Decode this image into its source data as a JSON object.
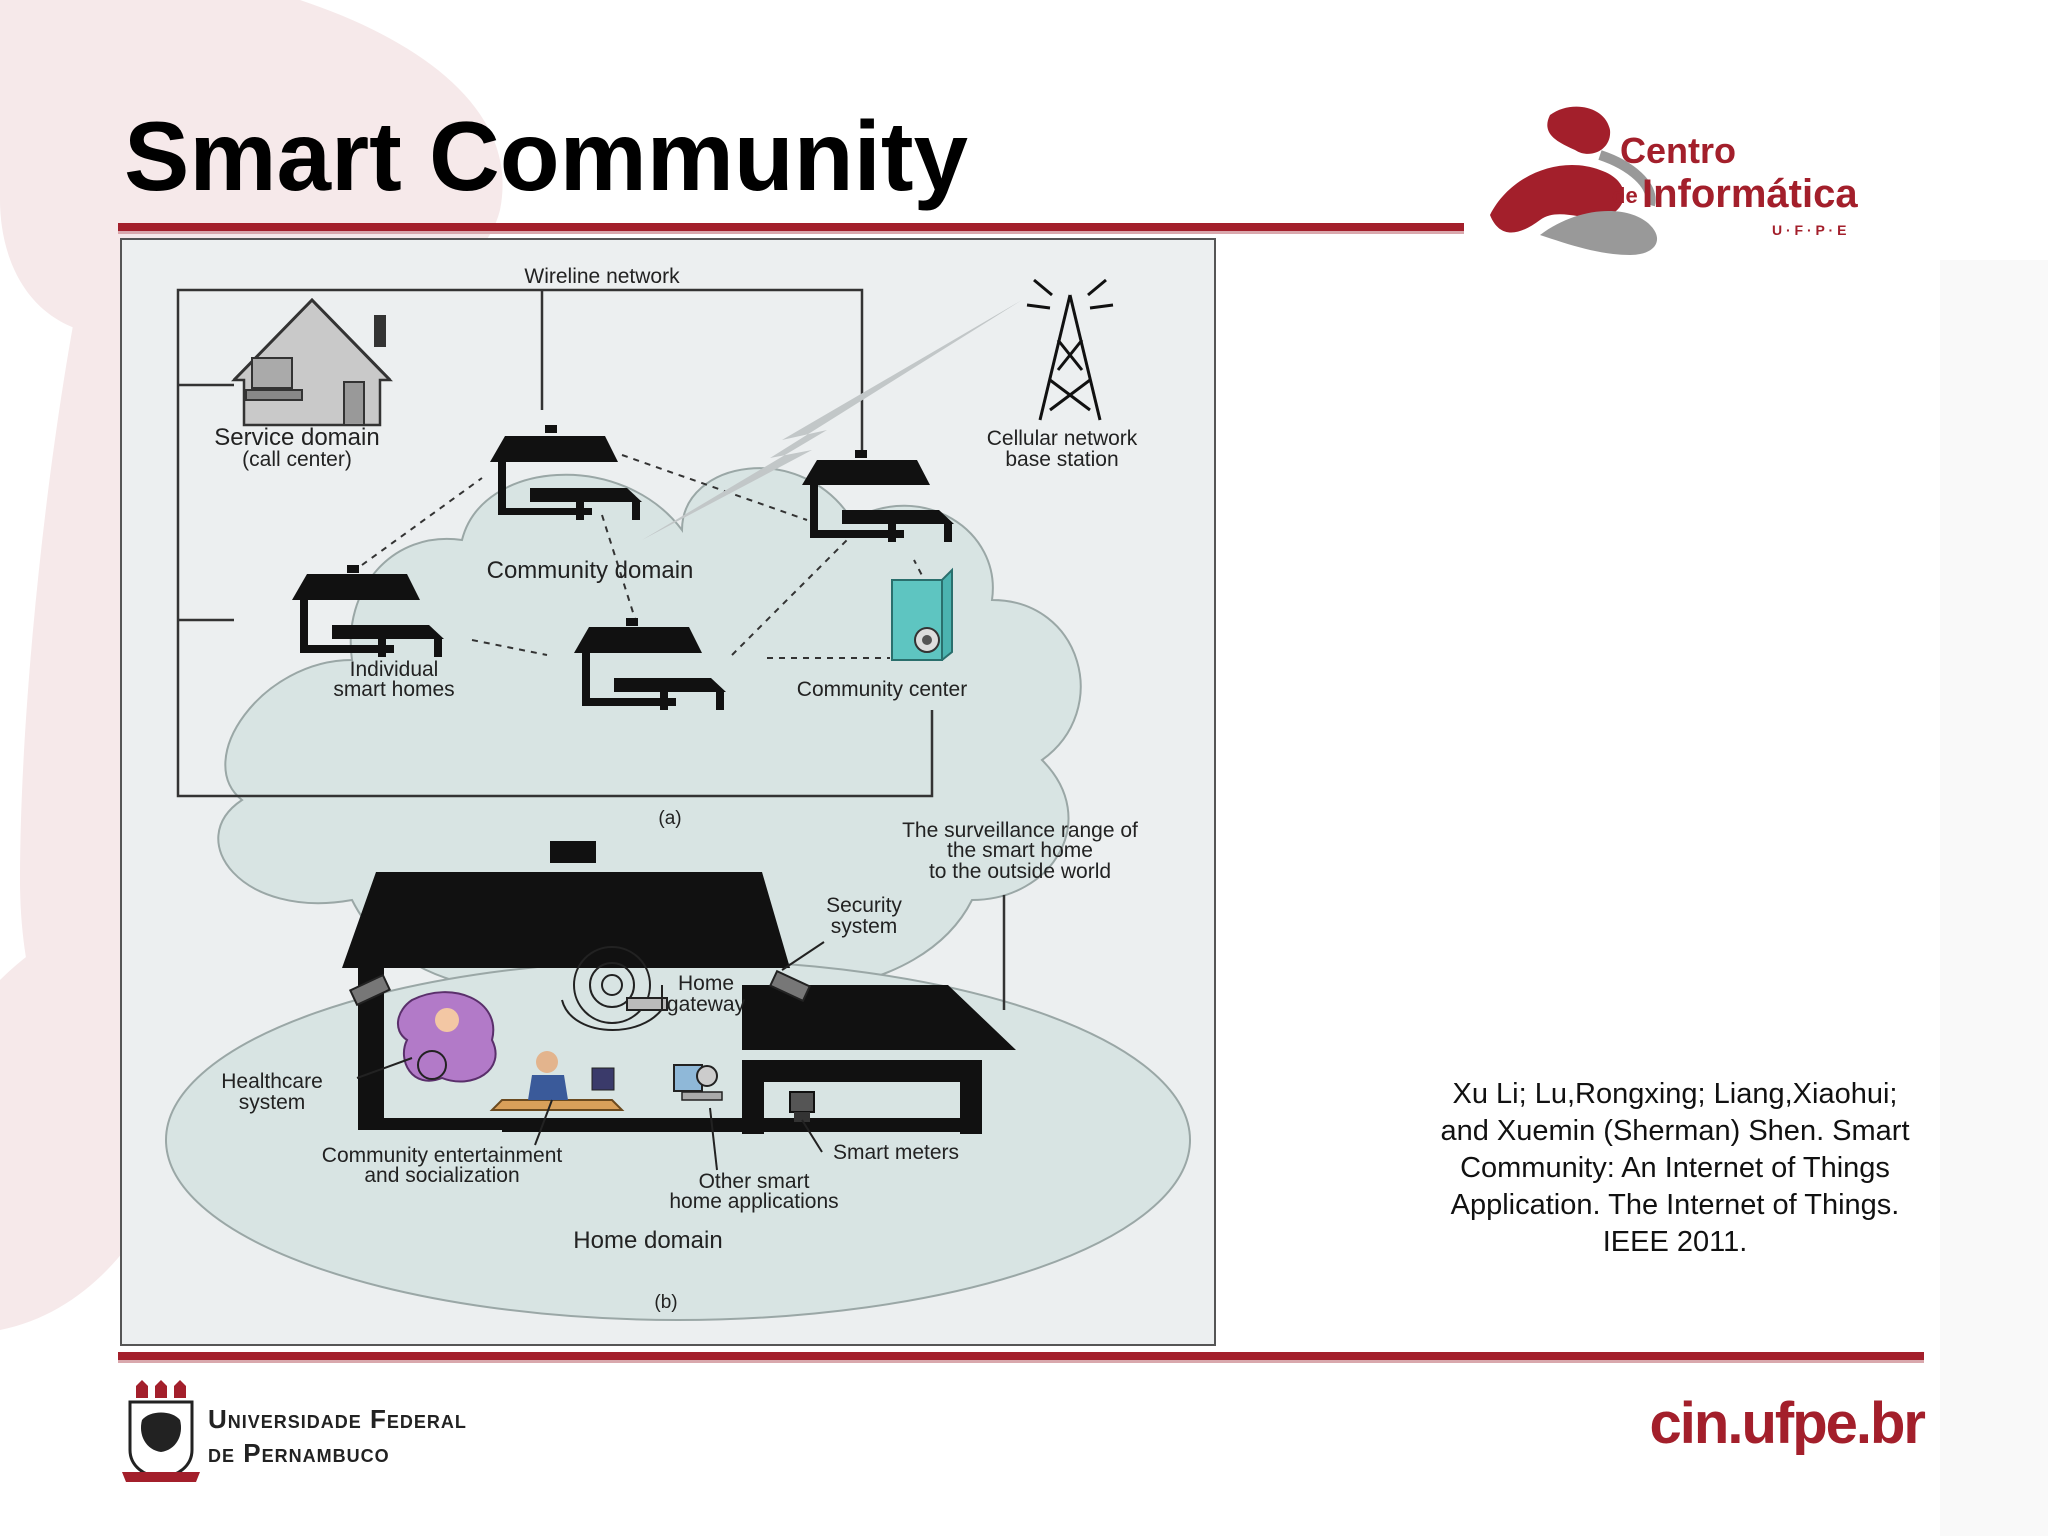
{
  "slide": {
    "title": "Smart Community",
    "citation_lines": [
      "Xu Li; Lu,Rongxing; Liang,Xiaohui;",
      "and Xuemin (Sherman) Shen. Smart",
      "Community: An Internet of Things",
      "Application. The Internet of Things.",
      "IEEE 2011."
    ],
    "site": "cin.ufpe.br",
    "university_lines": [
      "Universidade Federal",
      "de Pernambuco"
    ]
  },
  "logo": {
    "line1": "Centro",
    "line2_prefix": "de",
    "line2": "Informática",
    "line3": "U · F · P · E"
  },
  "figure": {
    "a": {
      "wireline": "Wireline network",
      "service_domain": "Service domain",
      "call_center": "(call center)",
      "cellular1": "Cellular network",
      "cellular2": "base station",
      "community_domain": "Community domain",
      "individual1": "Individual",
      "individual2": "smart homes",
      "community_center": "Community center",
      "caption": "(a)"
    },
    "b": {
      "surveillance1": "The surveillance range of",
      "surveillance2": "the smart home",
      "surveillance3": "to the outside world",
      "security1": "Security",
      "security2": "system",
      "gateway1": "Home",
      "gateway2": "gateway",
      "healthcare1": "Healthcare",
      "healthcare2": "system",
      "entertainment1": "Community entertainment",
      "entertainment2": "and socialization",
      "other1": "Other smart",
      "other2": "home applications",
      "meters": "Smart meters",
      "home_domain": "Home domain",
      "caption": "(b)"
    }
  },
  "colors": {
    "accent": "#a31f2b",
    "cloud": "#d8e4e3",
    "panel": "#eceff0"
  }
}
